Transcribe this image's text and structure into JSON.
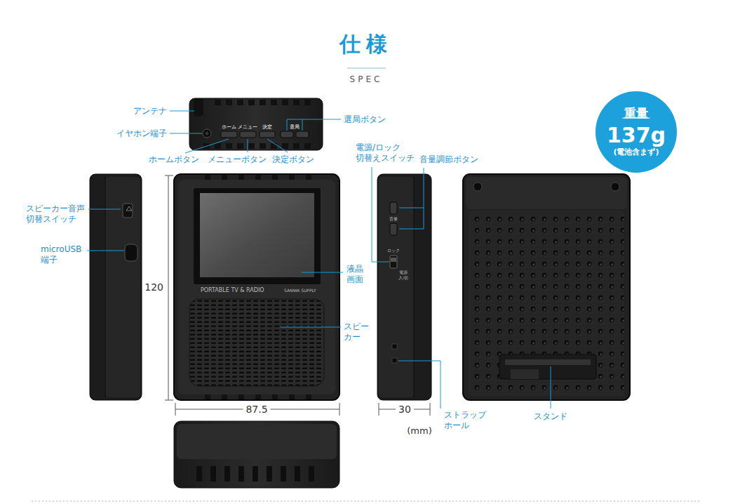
{
  "diagram": {
    "title": "仕様",
    "nodes": [
      {
        "text": [
          "重量",
          "137g",
          "(電池含まず)"
        ]
      }
    ],
    "labels": [
      "SPEC",
      "アンテナ",
      "イヤホン端子",
      "ホーム",
      "メニュー",
      "決定",
      "選局",
      "選局ボタン",
      "ホームボタン",
      "メニューボタン",
      "決定ボタン",
      "電源/ロック 切替えスイッチ",
      "音量調節ボタン",
      "スピーカー音声 切替スイッチ",
      "microUSB 端子",
      "120",
      "PORTABLE TV & RADIO",
      "SANWA SUPPLY",
      "液晶 画面",
      "スピーカー",
      "音量",
      "ロック",
      "電源 入/切",
      "87.5",
      "30",
      "ストラップ ホール",
      "スタンド",
      "(mm)"
    ]
  }
}
